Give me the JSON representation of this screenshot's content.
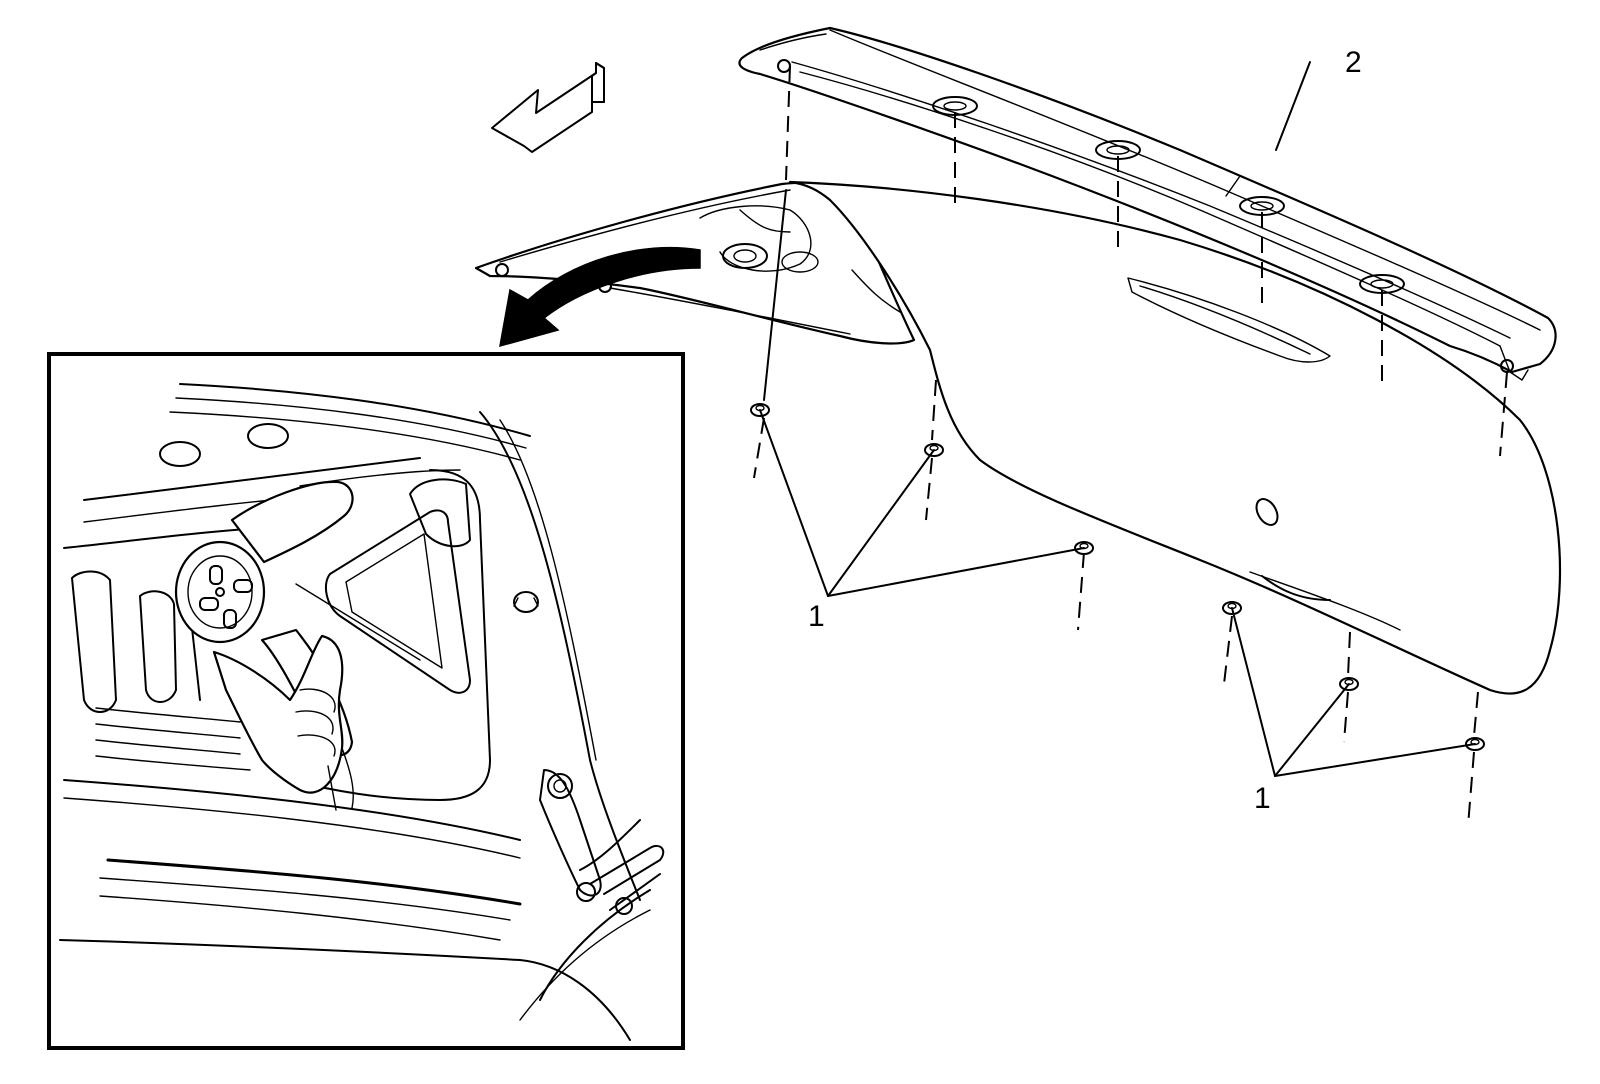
{
  "callouts": {
    "spoiler": "2",
    "nuts_left": "1",
    "nuts_right": "1"
  },
  "icons": {
    "direction": "front-direction-arrow-icon",
    "detail": "detail-view-arrow-icon"
  },
  "colors": {
    "line": "#000000",
    "background": "#ffffff"
  }
}
